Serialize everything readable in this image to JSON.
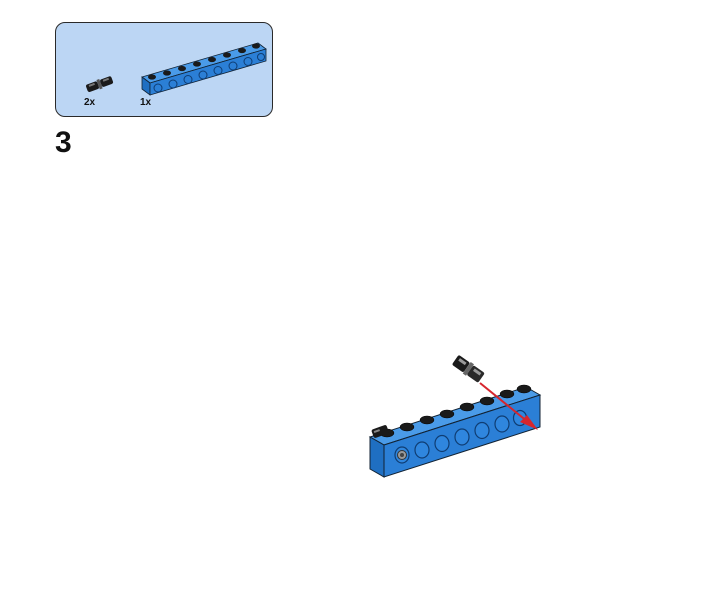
{
  "parts_list": {
    "items": [
      {
        "icon": "connector-pin-icon",
        "quantity": "2x"
      },
      {
        "icon": "technic-beam-icon",
        "quantity": "1x"
      }
    ]
  },
  "step": {
    "number": "3"
  },
  "colors": {
    "panel_bg": "#bcd6f4",
    "beam_blue": "#2b7fd6",
    "arrow_red": "#d6262e",
    "pin_black": "#1a1a1a"
  }
}
